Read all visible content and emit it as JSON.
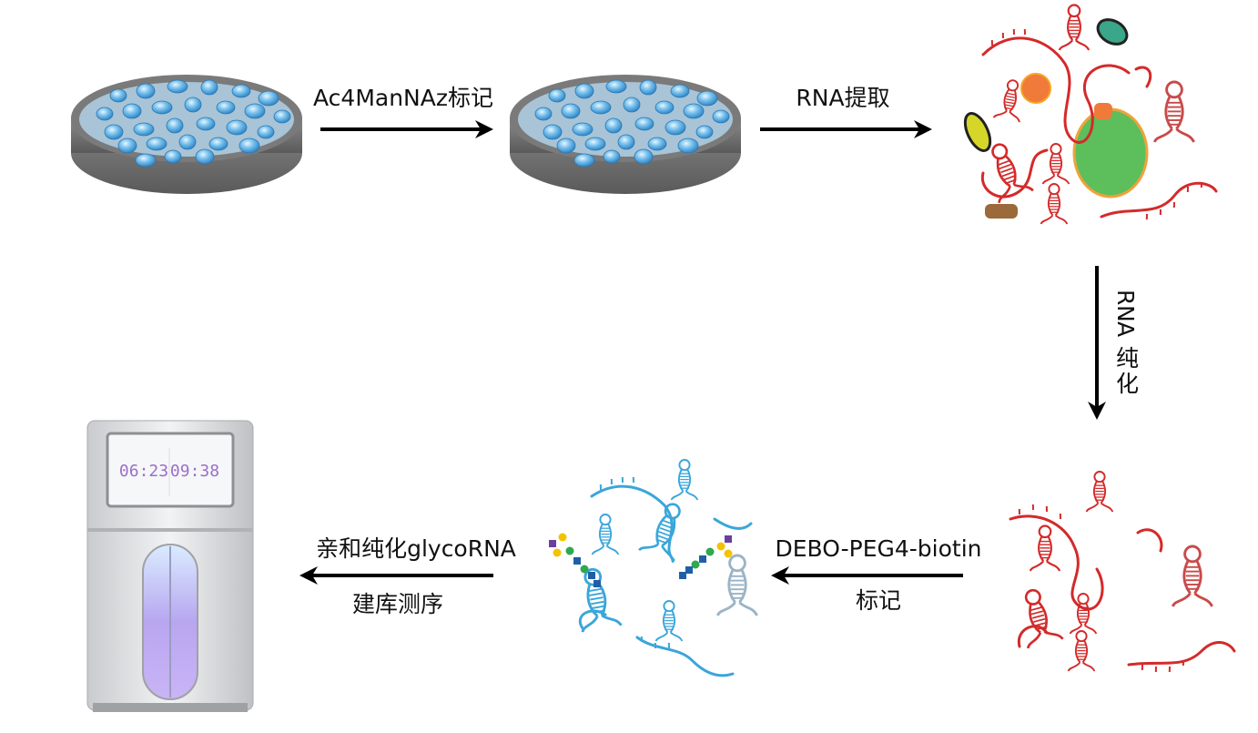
{
  "steps": {
    "step1_label": "Ac4ManNAz标记",
    "step2_label": "RNA提取",
    "step3_label_chars": [
      "R",
      "N",
      "A",
      "纯",
      "化"
    ],
    "step4_label_top": "DEBO-PEG4-biotin",
    "step4_label_bottom": "标记",
    "step5_label_top": "亲和纯化glycoRNA",
    "step5_label_bottom": "建库测序"
  },
  "sequencer": {
    "time_left": "06:23",
    "time_right": "09:38"
  },
  "colors": {
    "arrow": "#000000",
    "dish_rim": "#6e6e6e",
    "cells": "#5aa9e0",
    "rna_red": "#d42a2a",
    "rna_blue": "#3aa6da",
    "glycan_purple": "#6b3fa0",
    "glycan_yellow": "#f2c400",
    "glycan_green": "#2fa84f",
    "glycan_blue": "#1f5fa8",
    "sequencer_glow": "#b8a6f0"
  },
  "icons": [
    "petri-dish-icon",
    "rna-strand-icon",
    "protein-blob-icon",
    "glycan-chain-icon",
    "sequencer-icon",
    "arrow-right",
    "arrow-left",
    "arrow-down"
  ]
}
